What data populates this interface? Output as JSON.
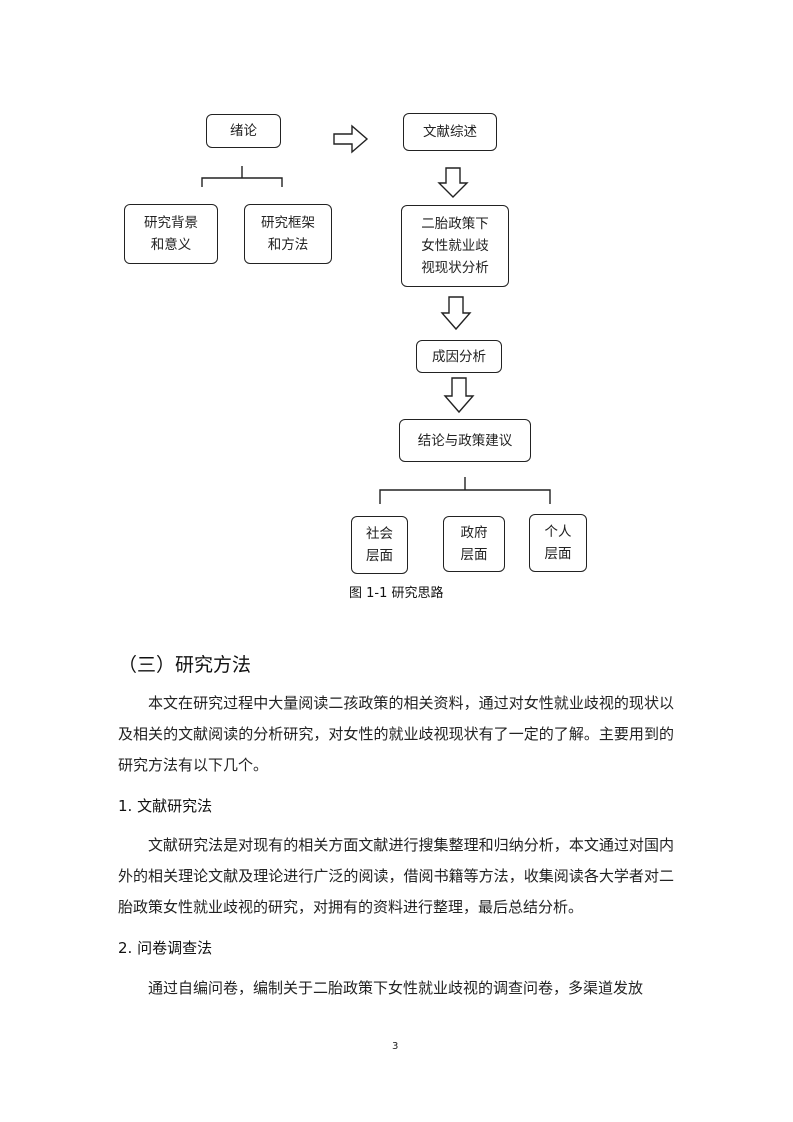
{
  "flowchart": {
    "intro": "绪论",
    "background": "研究背景\n和意义",
    "framework": "研究框架\n和方法",
    "literature": "文献综述",
    "analysis": "二胎政策下\n女性就业歧\n视现状分析",
    "causes": "成因分析",
    "conclusion": "结论与政策建议",
    "social": "社会\n层面",
    "government": "政府\n层面",
    "individual": "个人\n层面"
  },
  "caption": "图 1-1 研究思路",
  "section_heading": "（三）研究方法",
  "intro_paragraph": "本文在研究过程中大量阅读二孩政策的相关资料，通过对女性就业歧视的现状以及相关的文献阅读的分析研究，对女性的就业歧视现状有了一定的了解。主要用到的研究方法有以下几个。",
  "method1": {
    "heading": "1. 文献研究法",
    "text": "文献研究法是对现有的相关方面文献进行搜集整理和归纳分析，本文通过对国内外的相关理论文献及理论进行广泛的阅读，借阅书籍等方法，收集阅读各大学者对二胎政策女性就业歧视的研究，对拥有的资料进行整理，最后总结分析。"
  },
  "method2": {
    "heading": "2. 问卷调查法",
    "text": "通过自编问卷，编制关于二胎政策下女性就业歧视的调查问卷，多渠道发放"
  },
  "page_number": "3"
}
